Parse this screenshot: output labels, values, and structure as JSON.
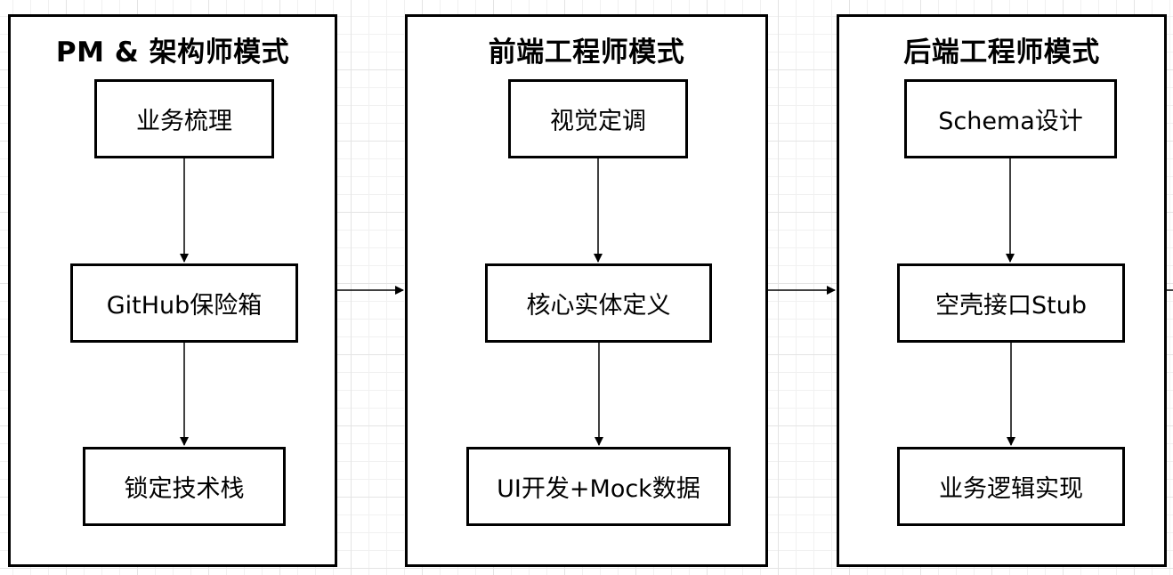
{
  "lanes": [
    {
      "title": "PM & 架构师模式",
      "steps": [
        "业务梳理",
        "GitHub保险箱",
        "锁定技术栈"
      ]
    },
    {
      "title": "前端工程师模式",
      "steps": [
        "视觉定调",
        "核心实体定义",
        "UI开发+Mock数据"
      ]
    },
    {
      "title": "后端工程师模式",
      "steps": [
        "Schema设计",
        "空壳接口Stub",
        "业务逻辑实现"
      ]
    }
  ],
  "colors": {
    "stroke": "#000000",
    "fill": "#ffffff",
    "grid": "#e4e4e4"
  }
}
